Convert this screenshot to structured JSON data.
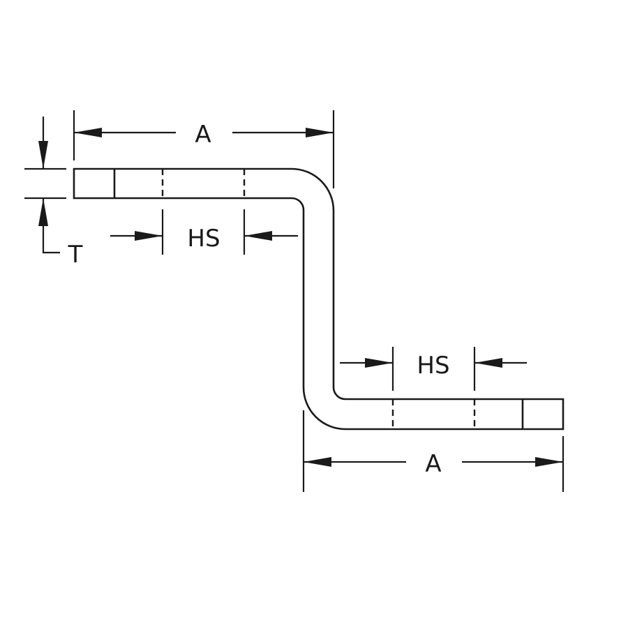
{
  "labels": {
    "length_top": "A",
    "length_bottom": "A",
    "hole_spacing_top": "HS",
    "hole_spacing_bottom": "HS",
    "thickness": "T"
  },
  "colors": {
    "line": "#1a1a1a",
    "background": "#ffffff"
  }
}
